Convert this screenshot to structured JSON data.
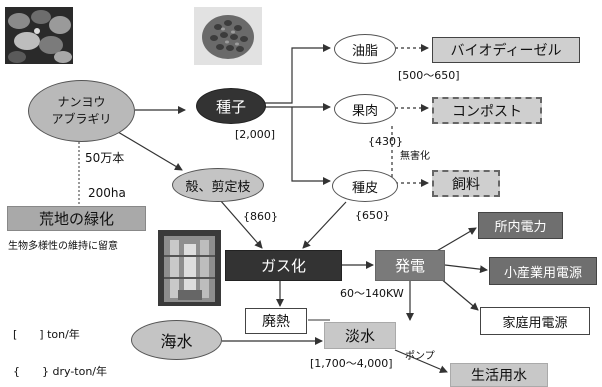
{
  "nodes": {
    "nanyou": [
      "ナンヨウ",
      "アブラギリ"
    ],
    "shushi": "種子",
    "yushi": "油脂",
    "biodiesel": "バイオディーゼル",
    "kaniku": "果肉",
    "compost": "コンポスト",
    "shuhi": "種皮",
    "shiryo": "飼料",
    "kara": "殻、剪定枝",
    "kouchi": "荒地の緑化",
    "gasu": "ガス化",
    "hatsuden": "発電",
    "shonai": "所内電力",
    "shosangyo": "小産業用電源",
    "katei": "家庭用電源",
    "hainetsu": "廃熱",
    "kaisui": "海水",
    "tansui": "淡水",
    "seikatsu": "生活用水"
  },
  "labels": {
    "yushi_amount": "[500～650]",
    "shushi_amount": "[2,000]",
    "kaniku_amount": "{430}",
    "mugaika": "無害化",
    "shuhi_amount": "{650}",
    "kara_amount": "{860}",
    "trees": "50万本",
    "area": "200ha",
    "biodiversity": "生物多様性の維持に留意",
    "power_range": "60～140KW",
    "pump": "ポンプ",
    "water_amount": "[1,700～4,000]",
    "legend_ton": "[　　] ton/年",
    "legend_dry": "{　　} dry-ton/年"
  },
  "photos": [
    "jatropha-leaves-photo",
    "seeds-photo",
    "gasification-plant-photo"
  ],
  "colors": {
    "dark": "#333333",
    "mid_gray": "#7a7a7a",
    "light_gray": "#c8c8c8",
    "ellipse_gray": "#b9b9b9",
    "box_gray": "#6f6f6f"
  }
}
